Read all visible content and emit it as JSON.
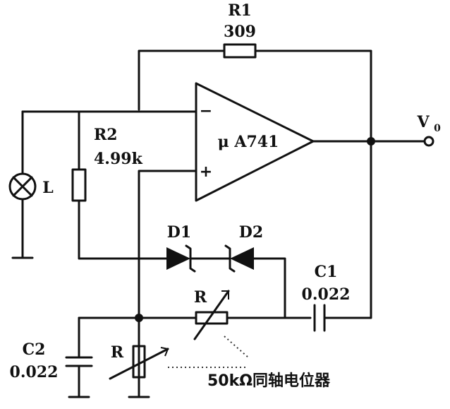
{
  "components": {
    "r1": {
      "ref": "R1",
      "value": "309"
    },
    "r2": {
      "ref": "R2",
      "value": "4.99k"
    },
    "opamp": {
      "label": "μ A741",
      "minus": "−",
      "plus": "+"
    },
    "output": {
      "label": "V",
      "subscript": "0"
    },
    "lamp": {
      "ref": "L"
    },
    "d1": {
      "ref": "D1"
    },
    "d2": {
      "ref": "D2"
    },
    "c1": {
      "ref": "C1",
      "value": "0.022"
    },
    "c2": {
      "ref": "C2",
      "value": "0.022"
    },
    "pot_top": {
      "ref": "R"
    },
    "pot_bottom": {
      "ref": "R"
    },
    "pot_note": "50kΩ同轴电位器"
  }
}
